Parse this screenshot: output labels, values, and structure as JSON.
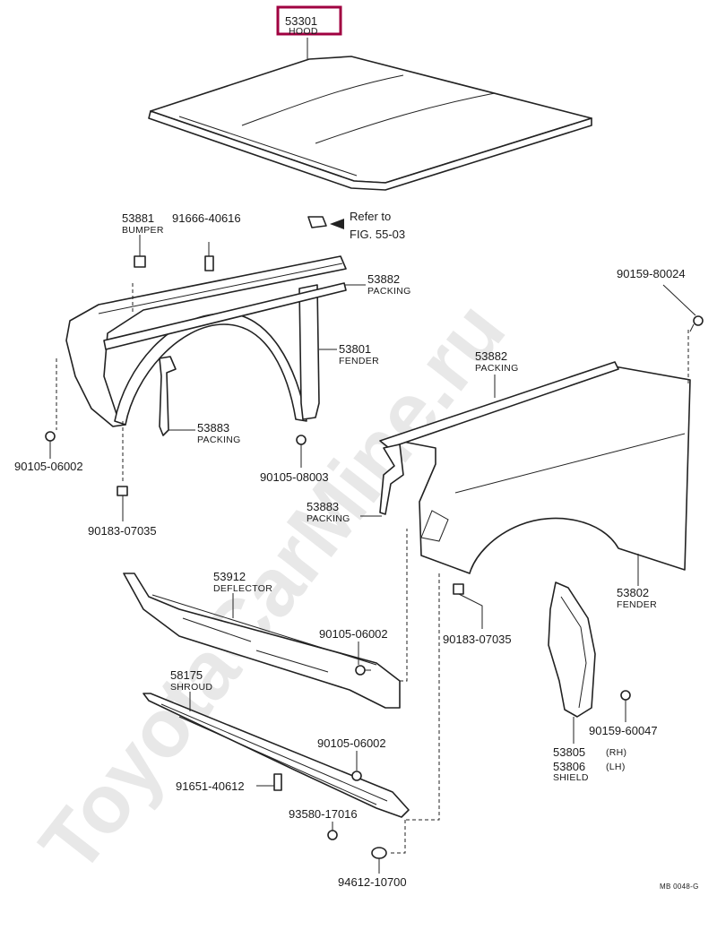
{
  "watermark": "ToyotaCarMine.ru",
  "hood": {
    "number": "53301",
    "name": "HOOD"
  },
  "callouts": {
    "bumper": {
      "number": "53881",
      "name": "BUMPER"
    },
    "bolt_91666": {
      "number": "91666-40616"
    },
    "refer": {
      "line1": "Refer to",
      "line2": "FIG. 55-03"
    },
    "packing_upper_left": {
      "number": "53882",
      "name": "PACKING"
    },
    "fender_left": {
      "number": "53801",
      "name": "FENDER"
    },
    "packing_lower_left": {
      "number": "53883",
      "name": "PACKING"
    },
    "screw_90105_left": {
      "number": "90105-06002"
    },
    "screw_90105_08003": {
      "number": "90105-08003"
    },
    "nut_90183_left": {
      "number": "90183-07035"
    },
    "bolt_90159_80024": {
      "number": "90159-80024"
    },
    "packing_upper_right": {
      "number": "53882",
      "name": "PACKING"
    },
    "packing_lower_right": {
      "number": "53883",
      "name": "PACKING"
    },
    "deflector": {
      "number": "53912",
      "name": "DEFLECTOR"
    },
    "screw_90105_deflector": {
      "number": "90105-06002"
    },
    "nut_90183_right": {
      "number": "90183-07035"
    },
    "fender_right": {
      "number": "53802",
      "name": "FENDER"
    },
    "shroud": {
      "number": "58175",
      "name": "SHROUD"
    },
    "screw_90105_shroud": {
      "number": "90105-06002"
    },
    "bolt_91651": {
      "number": "91651-40612"
    },
    "clip_93580": {
      "number": "93580-17016"
    },
    "washer_94612": {
      "number": "94612-10700"
    },
    "screw_90159_60047": {
      "number": "90159-60047"
    },
    "shield": {
      "number_rh": "53805",
      "side_rh": "(RH)",
      "number_lh": "53806",
      "side_lh": "(LH)",
      "name": "SHIELD"
    }
  },
  "drawing_code": "MB 0048-G"
}
